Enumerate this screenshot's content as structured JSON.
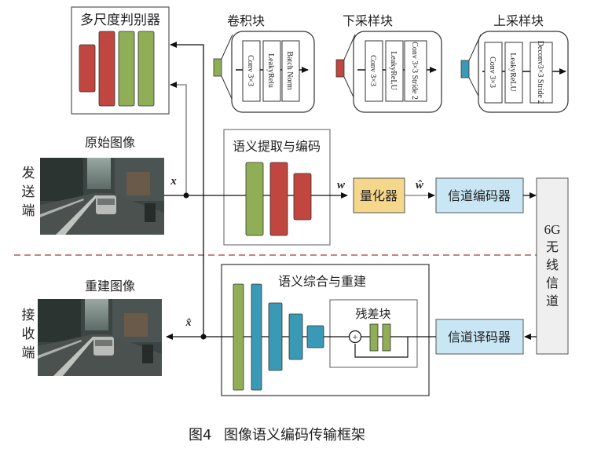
{
  "colors": {
    "green": "#8fae56",
    "red": "#c0463f",
    "blue": "#3a9ab6",
    "quantizer": "#f4d78a",
    "channel_box": "#c9e6f5",
    "channel_6g": "#efefef",
    "divider": "#a33a3a"
  },
  "discriminator": {
    "title": "多尺度判别器"
  },
  "legend": {
    "conv_block": {
      "title": "卷积块",
      "layers": [
        "Conv 3×3",
        "LeakyRelu",
        "Batch Norm"
      ]
    },
    "down_block": {
      "title": "下采样块",
      "layers": [
        "Conv 3×3",
        "LeakyReLU",
        "Conv 3×3 Stride 2"
      ]
    },
    "up_block": {
      "title": "上采样块",
      "layers": [
        "Conv 3×3",
        "LeakyReLU",
        "Deconv3×3 Stride 2"
      ]
    }
  },
  "sender": {
    "side_label": [
      "发",
      "送",
      "端"
    ],
    "image_title": "原始图像",
    "signal_x": "x"
  },
  "encoder": {
    "title": "语义提取与编码",
    "signal_w": "w"
  },
  "quantizer": {
    "label": "量化器",
    "signal_w_hat": "ŵ"
  },
  "channel_encoder": {
    "label": "信道编码器"
  },
  "channel": {
    "label_top": "6G",
    "label_chars": [
      "无",
      "线",
      "信",
      "道"
    ]
  },
  "channel_decoder": {
    "label": "信道译码器"
  },
  "decoder": {
    "title": "语义综合与重建",
    "residual_title": "残差块",
    "sum_symbol": "+"
  },
  "receiver": {
    "side_label": [
      "接",
      "收",
      "端"
    ],
    "image_title": "重建图像",
    "signal_x_hat": "x̂"
  },
  "caption": {
    "fig": "图4",
    "text": "图像语义编码传输框架"
  }
}
